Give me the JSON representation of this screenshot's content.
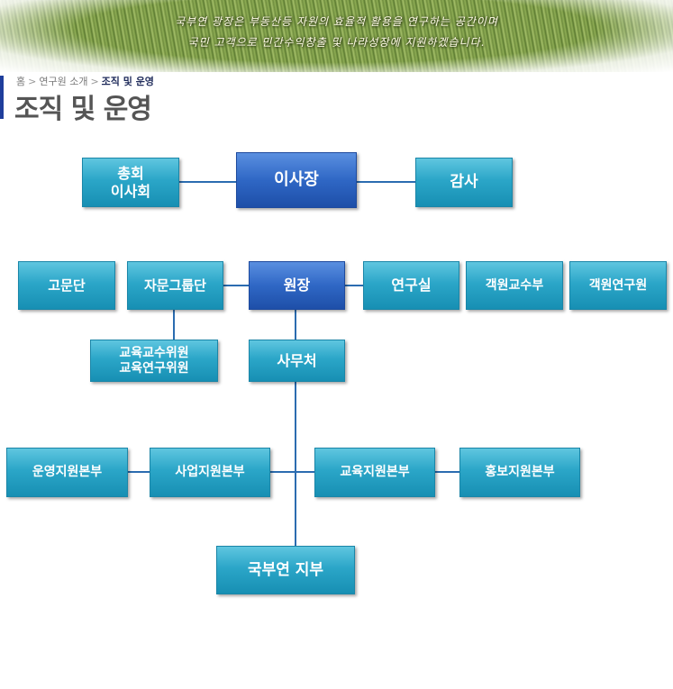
{
  "banner": {
    "line1": "국부연 광장은 부동산등 자원의 효율적 활용을 연구하는 공간이며",
    "line2": "국민 고객으로 민간수익창출 및 나라성장에 지원하겠습니다."
  },
  "breadcrumb": {
    "home": "홈",
    "section": "연구원 소개",
    "current": "조직 및 운영"
  },
  "page_title": "조직 및 운영",
  "org": {
    "general_board": "총회\n이사회",
    "chairman": "이사장",
    "auditor": "감사",
    "advisors": "고문단",
    "advisory_group": "자문그룹단",
    "president": "원장",
    "research_office": "연구실",
    "visiting_professors": "객원교수부",
    "visiting_researchers": "객원연구원",
    "education_committee": "교육교수위원\n교육연구위원",
    "secretariat": "사무처",
    "operations_hq": "운영지원본부",
    "business_hq": "사업지원본부",
    "education_hq": "교육지원본부",
    "pr_hq": "홍보지원본부",
    "branch": "국부연 지부"
  }
}
